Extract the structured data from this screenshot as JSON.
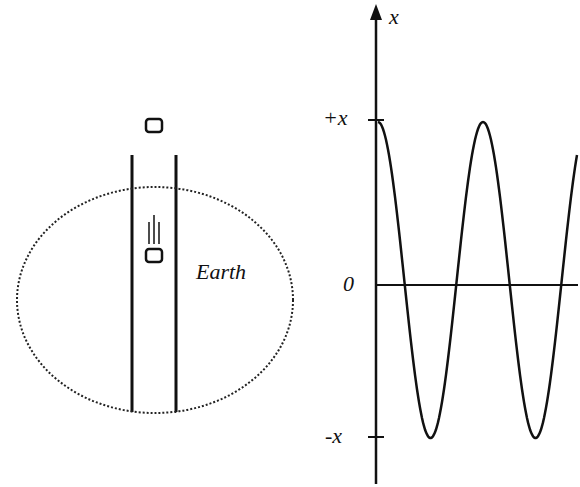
{
  "diagram": {
    "nodes": [
      {
        "text": [
          "Earth"
        ]
      }
    ],
    "labels": [
      "x",
      "+x",
      "0",
      "-x"
    ]
  }
}
